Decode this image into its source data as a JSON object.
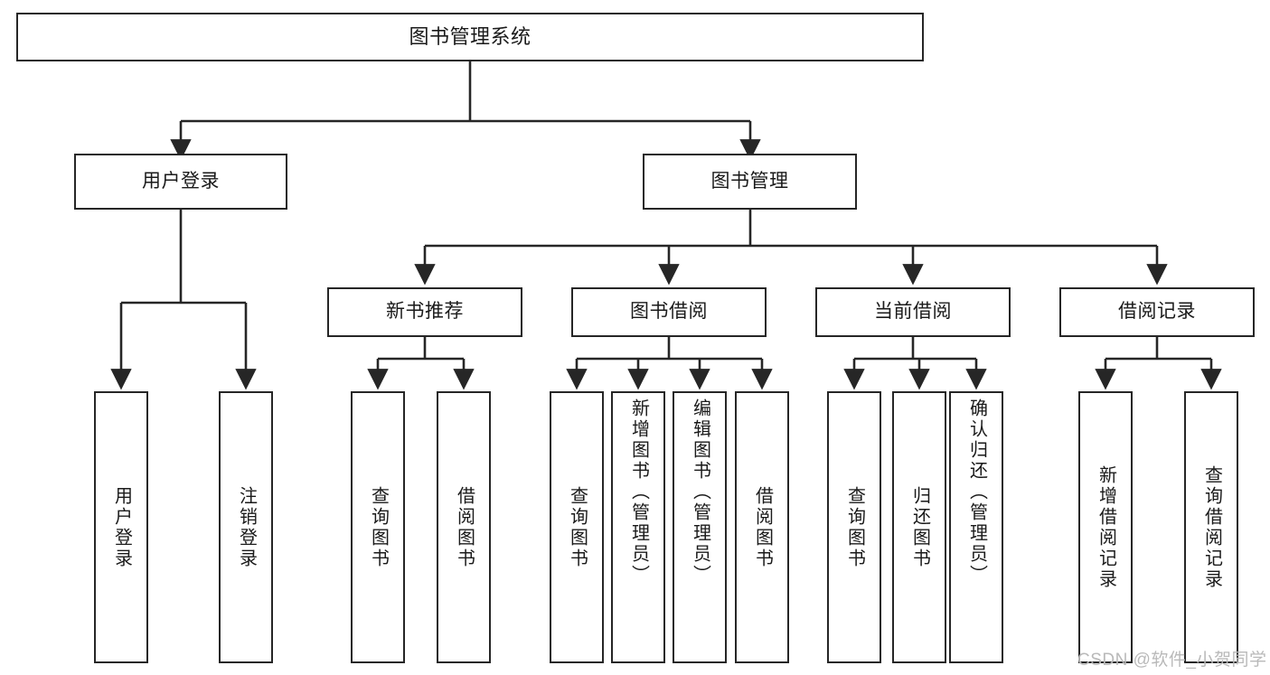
{
  "diagram": {
    "type": "tree",
    "title": "图书管理系统",
    "orientation": "top-down",
    "colors": {
      "box_border": "#262626",
      "box_fill": "#ffffff",
      "edge": "#262626",
      "text": "#1a1a1a",
      "watermark": "#b9b9b9",
      "background": "#ffffff"
    },
    "nodes": {
      "root": {
        "label": "图书管理系统"
      },
      "level2": [
        {
          "label": "用户登录"
        },
        {
          "label": "图书管理"
        }
      ],
      "level3": [
        {
          "label": "新书推荐"
        },
        {
          "label": "图书借阅"
        },
        {
          "label": "当前借阅"
        },
        {
          "label": "借阅记录"
        }
      ],
      "leaves": {
        "user_login": [
          {
            "label": "用户登录"
          },
          {
            "label": "注销登录"
          }
        ],
        "new_book": [
          {
            "label": "查询图书"
          },
          {
            "label": "借阅图书"
          }
        ],
        "book_borrow": [
          {
            "label": "查询图书"
          },
          {
            "label": "新增图书（管理员）"
          },
          {
            "label": "编辑图书（管理员）"
          },
          {
            "label": "借阅图书"
          }
        ],
        "current_borrow": [
          {
            "label": "查询图书"
          },
          {
            "label": "归还图书"
          },
          {
            "label": "确认归还（管理员）"
          }
        ],
        "borrow_record": [
          {
            "label": "新增借阅记录"
          },
          {
            "label": "查询借阅记录"
          }
        ]
      }
    },
    "watermark": "CSDN @软件_小贺同学"
  }
}
